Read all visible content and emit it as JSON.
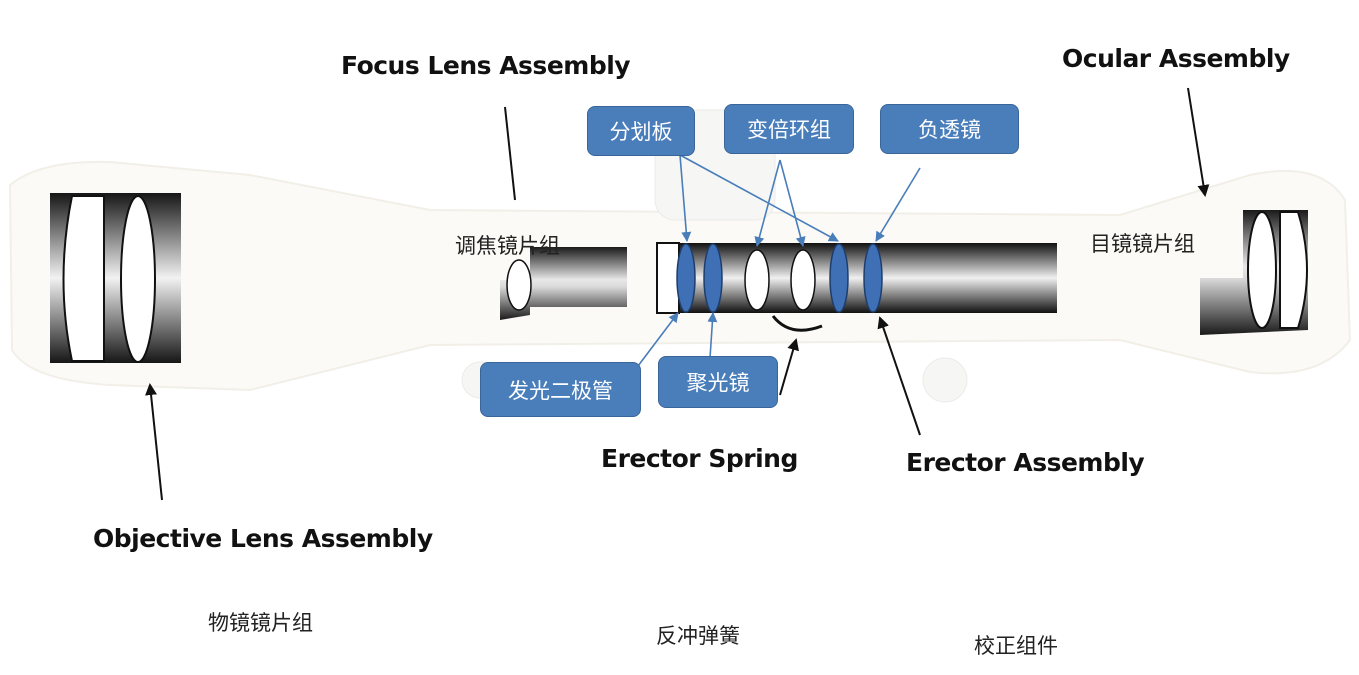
{
  "labels": {
    "focus_lens_assembly": "Focus Lens Assembly",
    "ocular_assembly": "Ocular Assembly",
    "objective_lens_assembly": "Objective Lens Assembly",
    "erector_spring": "Erector Spring",
    "erector_assembly": "Erector Assembly"
  },
  "chinese_labels": {
    "focus_lens_group": "调焦镜片组",
    "eyepiece_lens_group": "目镜镜片组",
    "objective_lens_group": "物镜镜片组",
    "recoil_spring": "反冲弹簧",
    "correction_assembly": "校正组件"
  },
  "callouts": {
    "reticle": "分划板",
    "zoom_ring_group": "变倍环组",
    "negative_lens": "负透镜",
    "led": "发光二极管",
    "condenser_lens": "聚光镜"
  },
  "colors": {
    "callout_fill": "#4a7ebb",
    "lens_blue": "#3f6fb5",
    "arrow_blue": "#4a7ebb",
    "arrow_black": "#111111"
  }
}
